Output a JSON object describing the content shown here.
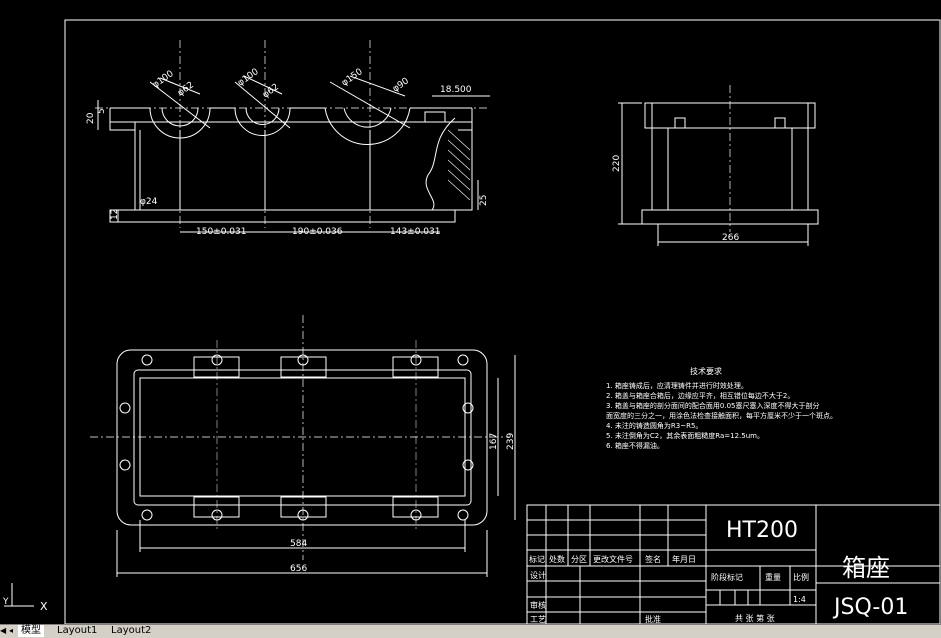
{
  "window": {
    "title": "..."
  },
  "tabs": [
    {
      "label": "模型"
    },
    {
      "label": "Layout1"
    },
    {
      "label": "Layout2"
    }
  ],
  "ucs": {
    "x": "X",
    "y": "Y"
  },
  "dims": {
    "d100": "φ100",
    "d62a": "φ62",
    "d100b": "φ100",
    "d62b": "φ62",
    "d150": "φ150",
    "d90": "φ90",
    "r18500": "18.500",
    "h20": "20",
    "h5": "5",
    "h12": "12",
    "d24": "φ24",
    "h25": "25",
    "d150t": "150±0.031",
    "d190t": "190±0.036",
    "d143t": "143±0.031",
    "side220": "220",
    "side266": "266",
    "plan584": "584",
    "plan656": "656",
    "plan167": "167",
    "plan239": "239"
  },
  "notes": {
    "title": "技术要求",
    "lines": [
      "1. 箱座铸成后，应清理铸件并进行时效处理。",
      "2. 箱盖与箱座合箱后，边缘应平齐，相互错位每边不大于2。",
      "3. 箱盖与箱座的剖分面间的配合面用0.05塞尺塞入深度不得大于剖分",
      "面宽度的三分之一，用涂色法检查接触面积，每平方厘米不少于一个斑点。",
      "4. 未注的铸造圆角为R3~R5。",
      "5. 未注倒角为C2，其余表面粗糙度Ra=12.5um。",
      "6. 箱座不得漏油。"
    ]
  },
  "titleblock": {
    "material": "HT200",
    "name": "箱座",
    "code": "JSQ-01",
    "col_mark": "标记",
    "col_qty": "处数",
    "col_zone": "分区",
    "col_doc": "更改文件号",
    "col_sign": "签名",
    "col_date": "年月日",
    "row_design": "设计",
    "row_review": "审核",
    "row_craft": "工艺",
    "stage": "阶段标记",
    "weight": "重量",
    "scale": "比例",
    "scale_val": "1:4",
    "sheets": "共 张  第 张",
    "approve": "批准"
  }
}
